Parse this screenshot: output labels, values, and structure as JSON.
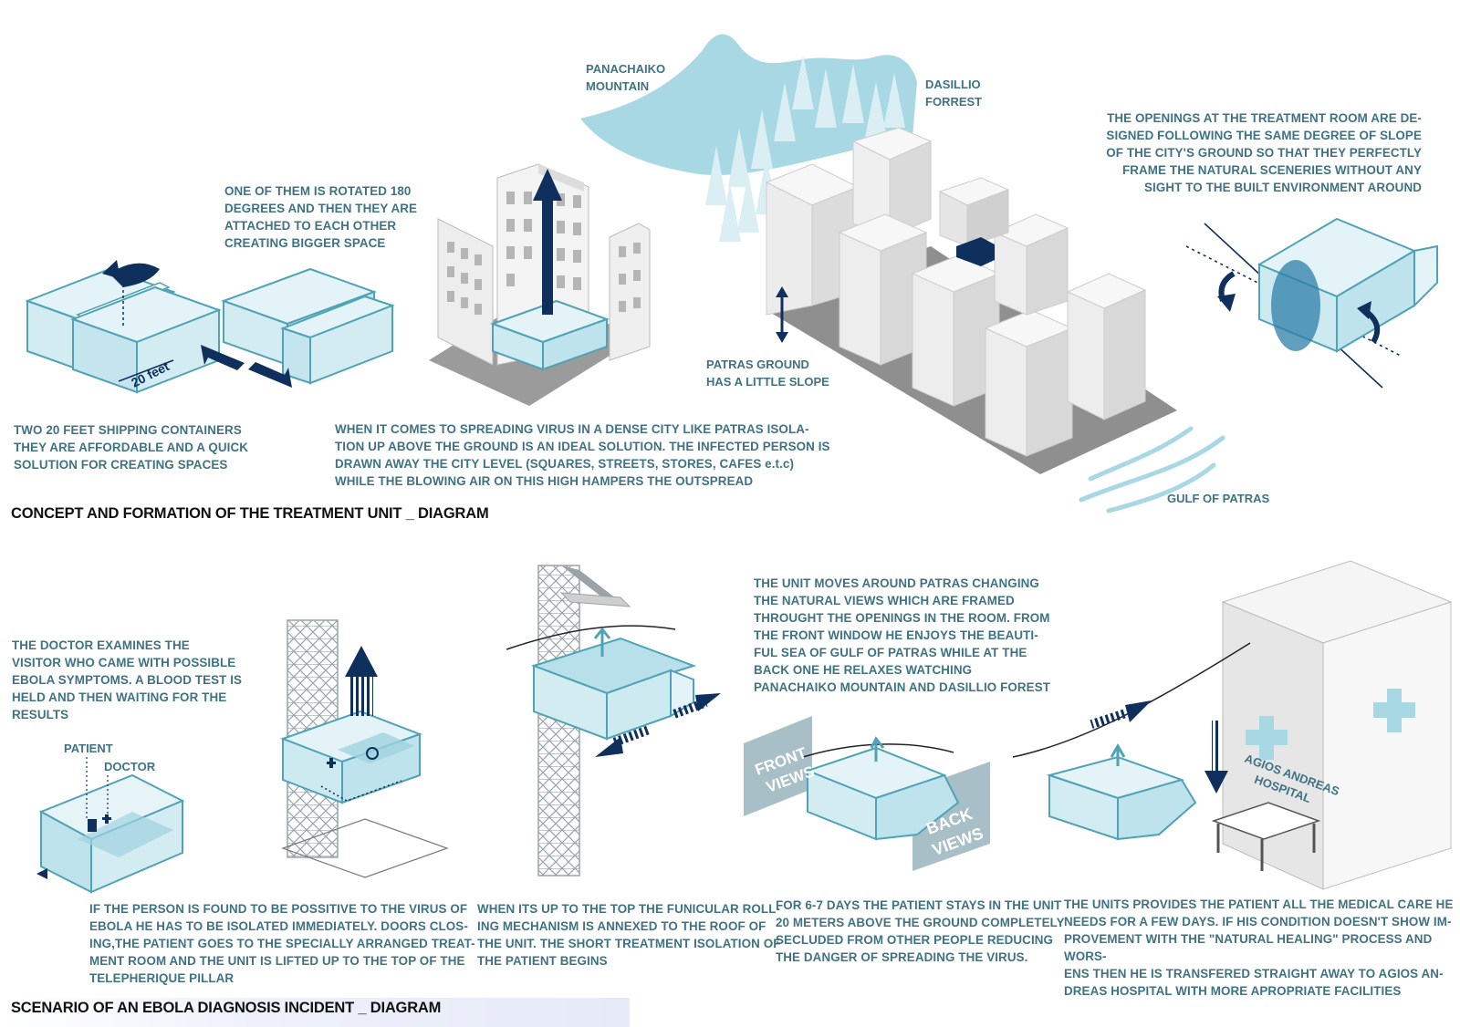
{
  "labels": {
    "panachaiko": "PANACHAIKO\nMOUNTAIN",
    "dasillio": "DASILLIO\nFORREST",
    "patras_ground": "PATRAS GROUND\nHAS A LITTLE SLOPE",
    "gulf": "GULF OF PATRAS",
    "twenty_feet": "20 feet",
    "patient": "PATIENT",
    "doctor": "DOCTOR",
    "front_views": "FRONT\nVIEWS",
    "back_views": "BACK\nVIEWS",
    "hospital": "AGIOS ANDREAS\nHOSPITAL"
  },
  "texts": {
    "rotated": "ONE OF THEM IS ROTATED 180\nDEGREES AND THEN THEY ARE\nATTACHED TO EACH OTHER\nCREATING BIGGER SPACE",
    "openings": "THE OPENINGS AT THE TREATMENT ROOM ARE DE-\nSIGNED FOLLOWING THE SAME DEGREE OF SLOPE\nOF THE CITY'S GROUND SO THAT THEY PERFECTLY\nFRAME THE NATURAL SCENERIES WITHOUT ANY\nSIGHT TO THE BUILT ENVIRONMENT AROUND",
    "containers": "TWO 20 FEET SHIPPING CONTAINERS\nTHEY ARE AFFORDABLE AND A QUICK\nSOLUTION FOR CREATING SPACES",
    "spreading": "WHEN IT COMES TO SPREADING VIRUS IN  A DENSE CITY LIKE PATRAS ISOLA-\nTION UP ABOVE THE GROUND IS AN IDEAL SOLUTION. THE INFECTED PERSON IS\nDRAWN AWAY THE CITY LEVEL (SQUARES, STREETS, STORES, CAFES e.t.c)\nWHILE THE BLOWING AIR ON THIS HIGH HAMPERS THE OUTSPREAD",
    "doctor_examines": "THE DOCTOR EXAMINES THE\nVISITOR WHO CAME WITH POSSIBLE\nEBOLA SYMPTOMS. A BLOOD TEST IS\nHELD AND THEN WAITING FOR THE\nRESULTS",
    "unit_moves": "THE UNIT MOVES AROUND PATRAS CHANGING\nTHE NATURAL VIEWS WHICH ARE FRAMED\nTHROUGHT THE OPENINGS IN THE ROOM. FROM\nTHE FRONT WINDOW HE ENJOYS THE BEAUTI-\nFUL SEA OF GULF OF PATRAS WHILE AT THE\nBACK ONE HE RELAXES WATCHING\nPANACHAIKO MOUNTAIN AND DASILLIO FOREST",
    "possitive": "IF THE PERSON IS FOUND TO BE POSSITIVE TO THE VIRUS OF\nEBOLA HE HAS TO BE ISOLATED IMMEDIATELY. DOORS CLOS-\nING,THE PATIENT GOES TO THE SPECIALLY ARRANGED TREAT-\nMENT ROOM AND THE UNIT IS LIFTED UP TO THE TOP OF THE\nTELEPHERIQUE PILLAR",
    "top": "WHEN ITS UP TO THE TOP THE FUNICULAR ROLL-\nING MECHANISM IS ANNEXED TO THE ROOF OF\nTHE UNIT. THE SHORT TREATMENT ISOLATION OF\nTHE PATIENT BEGINS",
    "days": "FOR 6-7 DAYS THE PATIENT STAYS IN THE  UNIT\n20 METERS ABOVE THE GROUND COMPLETELY\nSECLUDED FROM OTHER PEOPLE REDUCING\nTHE DANGER OF SPREADING THE VIRUS.",
    "medical": "THE UNITS PROVIDES THE PATIENT ALL THE MEDICAL CARE HE\nNEEDS FOR A FEW DAYS. IF HIS CONDITION DOESN'T SHOW IM-\nPROVEMENT WITH THE \"NATURAL HEALING\" PROCESS AND WORS-\nENS THEN HE IS TRANSFERED STRAIGHT AWAY TO AGIOS AN-\nDREAS HOSPITAL WITH MORE APROPRIATE FACILITIES"
  },
  "headings": {
    "concept": "CONCEPT AND FORMATION OF THE TREATMENT UNIT _ DIAGRAM",
    "scenario": "SCENARIO OF AN EBOLA DIAGNOSIS INCIDENT _ DIAGRAM"
  },
  "colors": {
    "text": "#3f7283",
    "navy": "#0f2f5c",
    "glass": "#d6eef4",
    "glass_edge": "#4fa3b5",
    "sky": "#a9d8e5",
    "building": "#f2f2f2"
  }
}
